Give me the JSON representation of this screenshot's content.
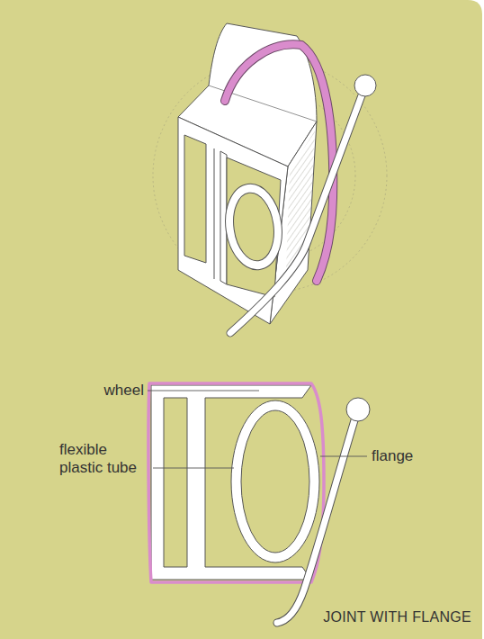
{
  "diagram": {
    "caption": "JOINT WITH FLANGE",
    "labels": [
      "wheel",
      "flexible plastic tube",
      "flange"
    ]
  }
}
